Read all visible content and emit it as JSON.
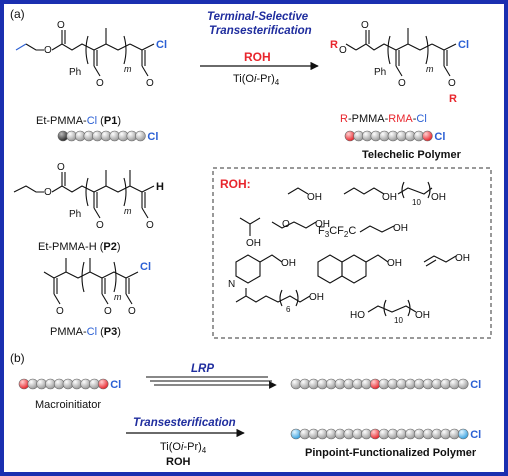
{
  "panel_a": {
    "tag": "(a)",
    "reaction_title_1": "Terminal-Selective",
    "reaction_title_2": "Transesterification",
    "reagent": "ROH",
    "catalyst": "Ti(Oi-Pr)4",
    "atoms": {
      "ph": "Ph",
      "o": "O",
      "cl": "Cl",
      "h": "H",
      "r": "R",
      "m": "m"
    },
    "p1_label_prefix": "Et-PMMA-",
    "p1_label_cl": "Cl",
    "p1_label_suffix": " (P1)",
    "p2_label": "Et-PMMA-H (P2)",
    "p3_label_prefix": "PMMA-",
    "p3_label_cl": "Cl",
    "p3_label_suffix": " (P3)",
    "product_label_r": "R",
    "product_label_mid": "-PMMA-",
    "product_label_rma": "RMA",
    "product_label_dash": "-",
    "product_label_cl": "Cl",
    "product_caption": "Telechelic Polymer",
    "bead_cl": "Cl",
    "roh_box_title": "ROH:",
    "roh_subscripts": {
      "ten": "10",
      "six": "6"
    },
    "roh_f3": "F3CF2C"
  },
  "panel_b": {
    "tag": "(b)",
    "lrp": "LRP",
    "macroinitiator": "Macroinitiator",
    "transesterification": "Transesterification",
    "catalyst": "Ti(Oi-Pr)4",
    "reagent": "ROH",
    "caption": "Pinpoint-Functionalized Polymer",
    "bead_cl": "Cl"
  },
  "colors": {
    "frame": "#1a2fb0",
    "red": "#e8262d",
    "blue_cl": "#2a5fd4",
    "bead_grey": "#cfcfcf",
    "bead_dark": "#555555",
    "bead_red": "#e8262d",
    "bead_blue": "#57b3ea"
  }
}
